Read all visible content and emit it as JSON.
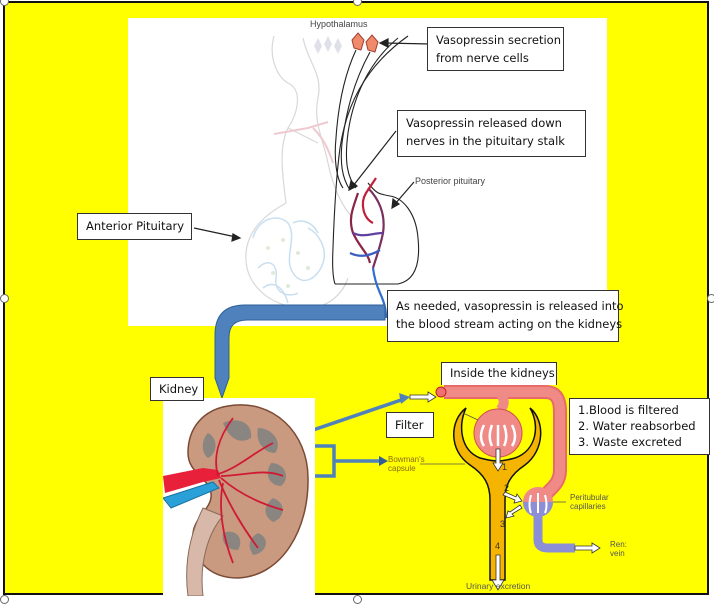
{
  "colors": {
    "background": "#ffff00",
    "frame_border": "#111111",
    "connector_arrow": "#4f81bd",
    "artery": "#e8384f",
    "vein": "#2a9fd6",
    "nephron_tubule": "#f5b400",
    "capillary_red": "#f08080",
    "capillary_blue": "#8c8fd6"
  },
  "pituitary_panel": {
    "hypothalamus_label": "Hypothalamus",
    "posterior_pituitary_label": "Posterior pituitary"
  },
  "callouts": {
    "vasopressin_secretion": [
      "Vasopressin secretion",
      "from nerve cells"
    ],
    "vasopressin_released": [
      "Vasopressin released down",
      "nerves in the pituitary stalk"
    ],
    "anterior_pituitary": "Anterior Pituitary",
    "blood_stream": [
      "As needed, vasopressin is released into",
      "the blood stream acting on the kidneys"
    ],
    "kidney": "Kidney",
    "inside_kidneys": "Inside the kidneys",
    "filter": "Filter",
    "steps": [
      "1.Blood is filtered",
      "2. Water reabsorbed",
      "3. Waste excreted"
    ]
  },
  "nephron_panel": {
    "bowmans_capsule_label": [
      "Bowman's",
      "capsule"
    ],
    "peritubular_label": [
      "Peritubular",
      "capillaries"
    ],
    "renal_vein_label": [
      "Ren:",
      "vein"
    ],
    "urinary_excretion_label": "Urinary excretion",
    "step_numbers": [
      "1",
      "2",
      "3",
      "4"
    ]
  }
}
